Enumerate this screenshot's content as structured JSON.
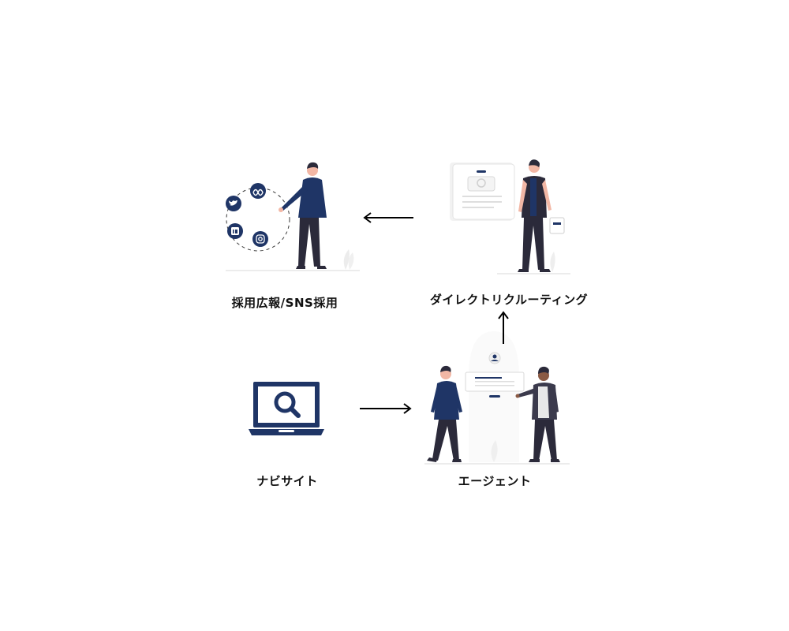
{
  "diagram": {
    "nodes": [
      {
        "id": "recruit-ads",
        "label": "採用広報/SNS採用",
        "icons": [
          "meta-icon",
          "twitter-icon",
          "linkedin-icon",
          "instagram-icon"
        ]
      },
      {
        "id": "direct-recruiting",
        "label": "ダイレクトリクルーティング"
      },
      {
        "id": "navi-site",
        "label": "ナビサイト"
      },
      {
        "id": "agent",
        "label": "エージェント"
      }
    ],
    "edges": [
      {
        "from": "navi-site",
        "to": "agent"
      },
      {
        "from": "agent",
        "to": "direct-recruiting"
      },
      {
        "from": "direct-recruiting",
        "to": "recruit-ads"
      }
    ]
  },
  "colors": {
    "navy": "#1f3566",
    "dark": "#2b2a3a",
    "skin": "#f2b7a5",
    "skin_dark": "#8a5a44",
    "gray_line": "#e6e6e6",
    "arrow": "#000000"
  }
}
